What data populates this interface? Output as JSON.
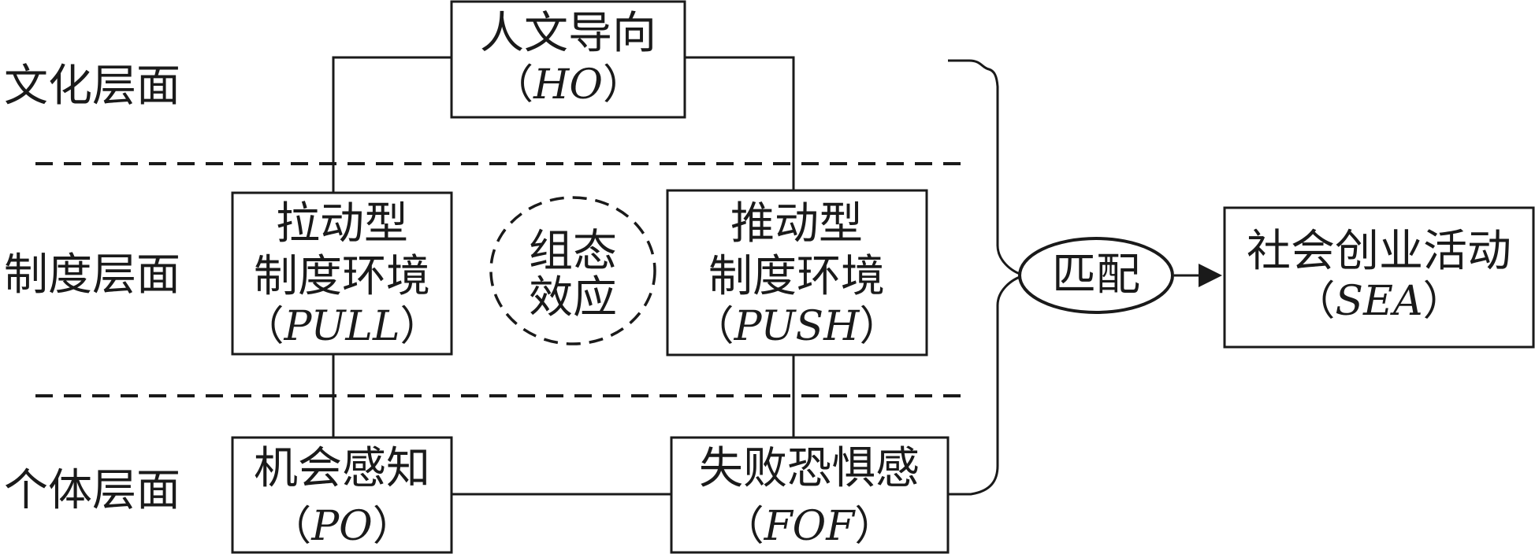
{
  "levels": {
    "culture": "文化层面",
    "institution": "制度层面",
    "individual": "个体层面"
  },
  "nodes": {
    "ho": {
      "name": "人文导向",
      "abbr": "HO"
    },
    "pull": {
      "name_line1": "拉动型",
      "name_line2": "制度环境",
      "abbr": "PULL"
    },
    "push": {
      "name_line1": "推动型",
      "name_line2": "制度环境",
      "abbr": "PUSH"
    },
    "po": {
      "name": "机会感知",
      "abbr": "PO"
    },
    "fof": {
      "name": "失败恐惧感",
      "abbr": "FOF"
    },
    "sea": {
      "name": "社会创业活动",
      "abbr": "SEA"
    }
  },
  "config_effect": {
    "line1": "组态",
    "line2": "效应"
  },
  "match": {
    "label": "匹配"
  },
  "paren_open": "（",
  "paren_close": "）"
}
